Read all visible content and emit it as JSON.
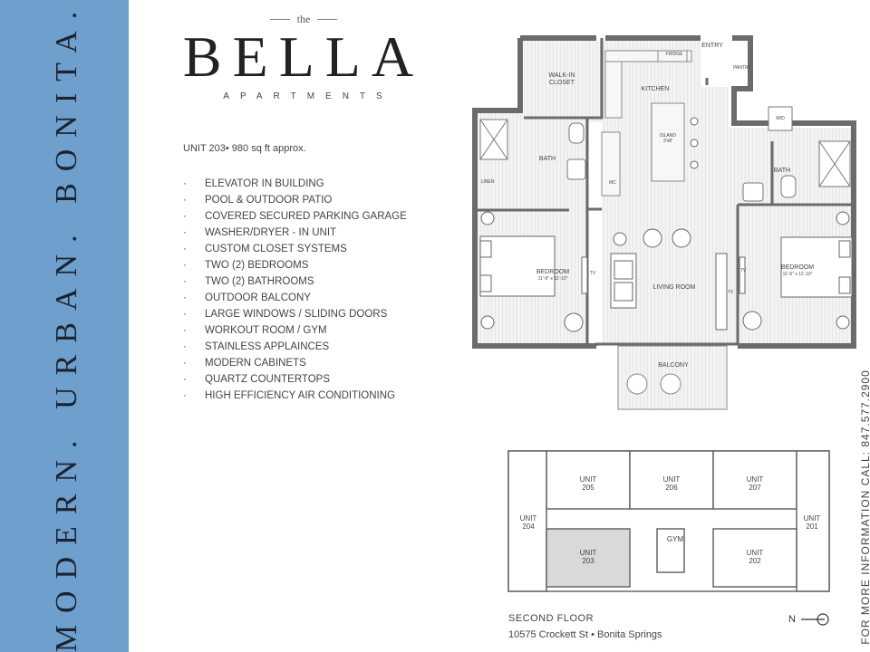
{
  "tagline": "MODERN. URBAN. BONITA.",
  "logo": {
    "the": "the",
    "name": "BELLA",
    "sub": "APARTMENTS"
  },
  "unit_info": "UNIT 203• 980 sq ft approx.",
  "features": [
    "ELEVATOR IN BUILDING",
    "POOL & OUTDOOR PATIO",
    "COVERED SECURED PARKING GARAGE",
    "WASHER/DRYER - IN UNIT",
    "CUSTOM CLOSET SYSTEMS",
    "TWO (2) BEDROOMS",
    "TWO (2) BATHROOMS",
    "OUTDOOR BALCONY",
    "LARGE WINDOWS / SLIDING DOORS",
    "WORKOUT ROOM / GYM",
    "STAINLESS APPLAINCES",
    "MODERN CABINETS",
    "QUARTZ COUNTERTOPS",
    "HIGH EFFICIENCY AIR CONDITIONING"
  ],
  "plan_labels": {
    "entry": "ENTRY",
    "fridge": "FRIDGE",
    "pantry": "PANTRY",
    "walkin_1": "WALK-IN",
    "walkin_2": "CLOSET",
    "kitchen": "KITCHEN",
    "island_1": "ISLAND",
    "island_2": "3'x8'",
    "bath_left": "BATH",
    "bath_right": "BATH",
    "wd": "W/D",
    "linen": "LINEN",
    "mc": "MC",
    "bedroom_left": "BEDROOM",
    "bedroom_left_dim": "11'-9\" x 11'-10\"",
    "bedroom_right": "BEDROOM",
    "bedroom_right_dim": "11'-6\" x 11'-10\"",
    "living": "LIVING ROOM",
    "tv": "TV",
    "balcony": "BALCONY"
  },
  "site_units": [
    {
      "key": "u205",
      "l1": "UNIT",
      "l2": "205",
      "highlight": false
    },
    {
      "key": "u206",
      "l1": "UNIT",
      "l2": "206",
      "highlight": false
    },
    {
      "key": "u207",
      "l1": "UNIT",
      "l2": "207",
      "highlight": false
    },
    {
      "key": "u204",
      "l1": "UNIT",
      "l2": "204",
      "highlight": false
    },
    {
      "key": "u201",
      "l1": "UNIT",
      "l2": "201",
      "highlight": false
    },
    {
      "key": "u203",
      "l1": "UNIT",
      "l2": "203",
      "highlight": true
    },
    {
      "key": "u202",
      "l1": "UNIT",
      "l2": "202",
      "highlight": false
    }
  ],
  "gym": "GYM",
  "floor": "SECOND FLOOR",
  "address": "10575 Crockett St • Bonita Springs",
  "north": "N",
  "contact": "FOR MORE INFORMATION CALL: 847.577.2900",
  "colors": {
    "sidebar": "#6e9fcd",
    "wall": "#6b6b6b",
    "highlight": "#d9d9d9"
  }
}
